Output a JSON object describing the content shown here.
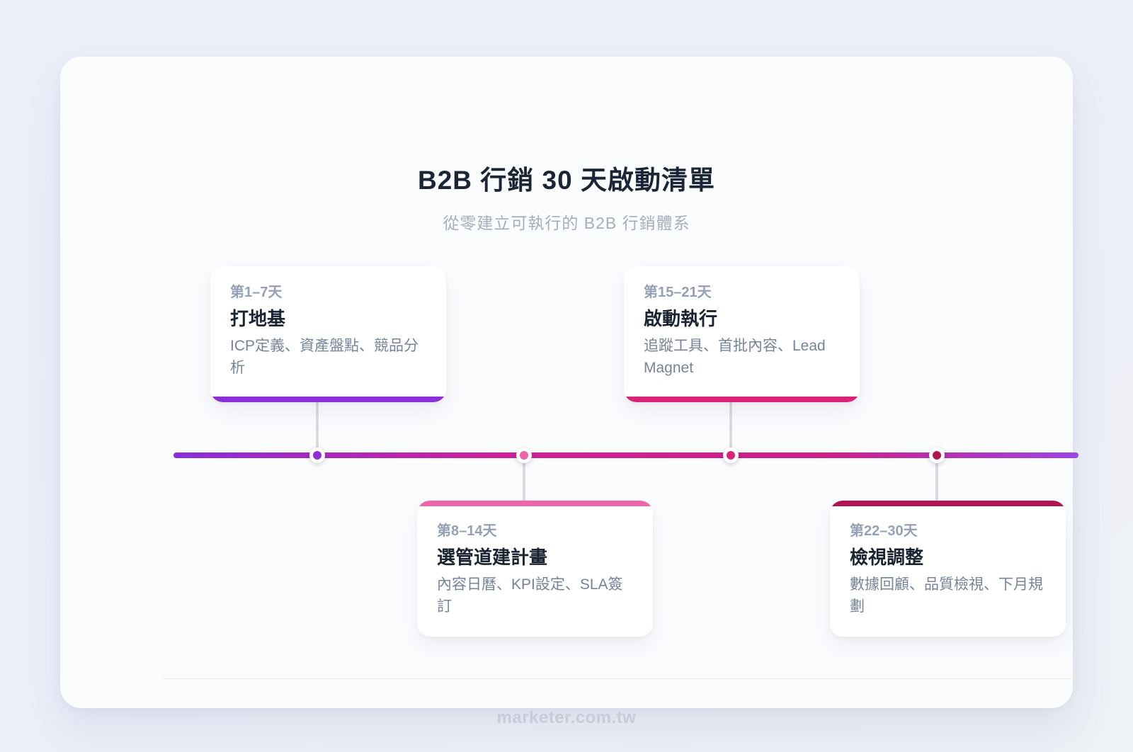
{
  "header": {
    "title": "B2B 行銷 30 天啟動清單",
    "subtitle": "從零建立可執行的 B2B 行銷體系"
  },
  "timeline": {
    "bar_gradient": [
      "#8b2fd8 0%",
      "#d02198 38%",
      "#ce2089 72%",
      "#9d44e2 100%"
    ],
    "connector_color": "#d9dbdf",
    "items": [
      {
        "period": "第1–7天",
        "title": "打地基",
        "desc": "ICP定義、資產盤點、競品分析",
        "accent": "#8b2fd8",
        "side": "above"
      },
      {
        "period": "第8–14天",
        "title": "選管道建計畫",
        "desc": "內容日曆、KPI設定、SLA簽訂",
        "accent": "#ee63a9",
        "side": "below"
      },
      {
        "period": "第15–21天",
        "title": "啟動執行",
        "desc": "追蹤工具、首批內容、Lead Magnet",
        "accent": "#da2277",
        "side": "above"
      },
      {
        "period": "第22–30天",
        "title": "檢視調整",
        "desc": "數據回顧、品質檢視、下月規劃",
        "accent": "#b01552",
        "side": "below"
      }
    ]
  },
  "footer": {
    "watermark": "marketer.com.tw"
  }
}
